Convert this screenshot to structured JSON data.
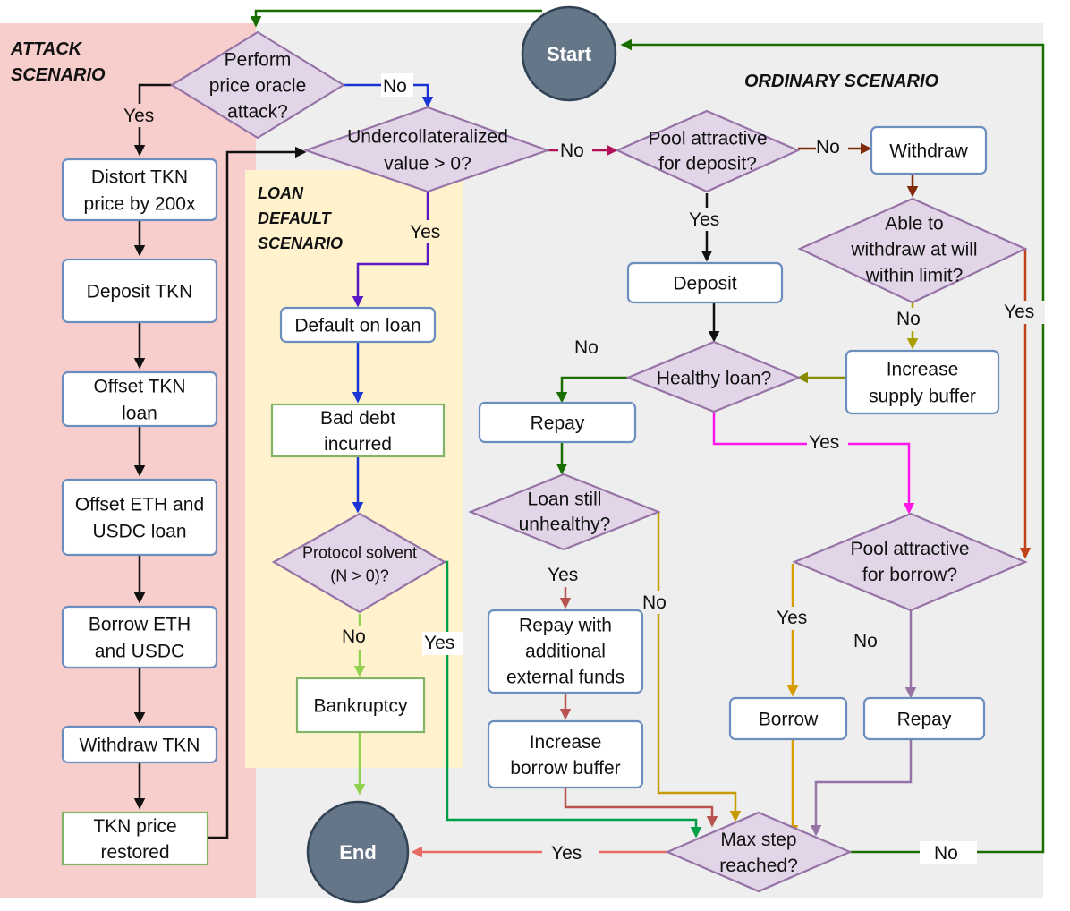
{
  "regions": {
    "attack": {
      "title_line1": "ATTACK",
      "title_line2": "SCENARIO",
      "fill": "#f8cecc"
    },
    "ordinary": {
      "title": "ORDINARY SCENARIO",
      "fill": "#eeeeee"
    },
    "loan_default": {
      "title_line1": "LOAN",
      "title_line2": "DEFAULT",
      "title_line3": "SCENARIO",
      "fill": "#fff2cc"
    }
  },
  "nodes": {
    "start": "Start",
    "end": "End",
    "perform_attack": [
      "Perform",
      "price oracle",
      "attack?"
    ],
    "distort": [
      "Distort TKN",
      "price by 200x"
    ],
    "deposit_tkn": [
      "Deposit TKN"
    ],
    "offset_tkn": [
      "Offset TKN",
      "loan"
    ],
    "offset_eth": [
      "Offset ETH and",
      "USDC loan"
    ],
    "borrow_eth": [
      "Borrow ETH",
      "and USDC"
    ],
    "withdraw_tkn": [
      "Withdraw TKN"
    ],
    "tkn_restored": [
      "TKN price",
      "restored"
    ],
    "undercollateralized": [
      "Undercollateralized",
      "value > 0?"
    ],
    "default_loan": [
      "Default on loan"
    ],
    "bad_debt": [
      "Bad debt",
      "incurred"
    ],
    "protocol_solvent": [
      "Protocol solvent",
      "(N > 0)?"
    ],
    "bankruptcy": [
      "Bankruptcy"
    ],
    "pool_deposit": [
      "Pool attractive",
      "for deposit?"
    ],
    "withdraw": [
      "Withdraw"
    ],
    "able_withdraw": [
      "Able to",
      "withdraw at will",
      "within limit?"
    ],
    "deposit": [
      "Deposit"
    ],
    "increase_supply": [
      "Increase",
      "supply buffer"
    ],
    "healthy_loan": [
      "Healthy loan?"
    ],
    "repay1": [
      "Repay"
    ],
    "loan_unhealthy": [
      "Loan still",
      "unhealthy?"
    ],
    "repay_external": [
      "Repay with",
      "additional",
      "external funds"
    ],
    "increase_borrow": [
      "Increase",
      "borrow buffer"
    ],
    "pool_borrow": [
      "Pool attractive",
      "for borrow?"
    ],
    "borrow": [
      "Borrow"
    ],
    "repay2": [
      "Repay"
    ],
    "max_step": [
      "Max step",
      "reached?"
    ]
  },
  "edge_labels": {
    "attack_yes": "Yes",
    "attack_no": "No",
    "under_yes": "Yes",
    "under_no": "No",
    "solvent_no": "No",
    "solvent_yes": "Yes",
    "deposit_yes": "Yes",
    "deposit_no": "No",
    "able_no": "No",
    "able_yes": "Yes",
    "healthy_no": "No",
    "healthy_yes": "Yes",
    "unhealthy_yes": "Yes",
    "unhealthy_no": "No",
    "borrow_yes": "Yes",
    "borrow_no": "No",
    "max_yes": "Yes",
    "max_no": "No"
  }
}
